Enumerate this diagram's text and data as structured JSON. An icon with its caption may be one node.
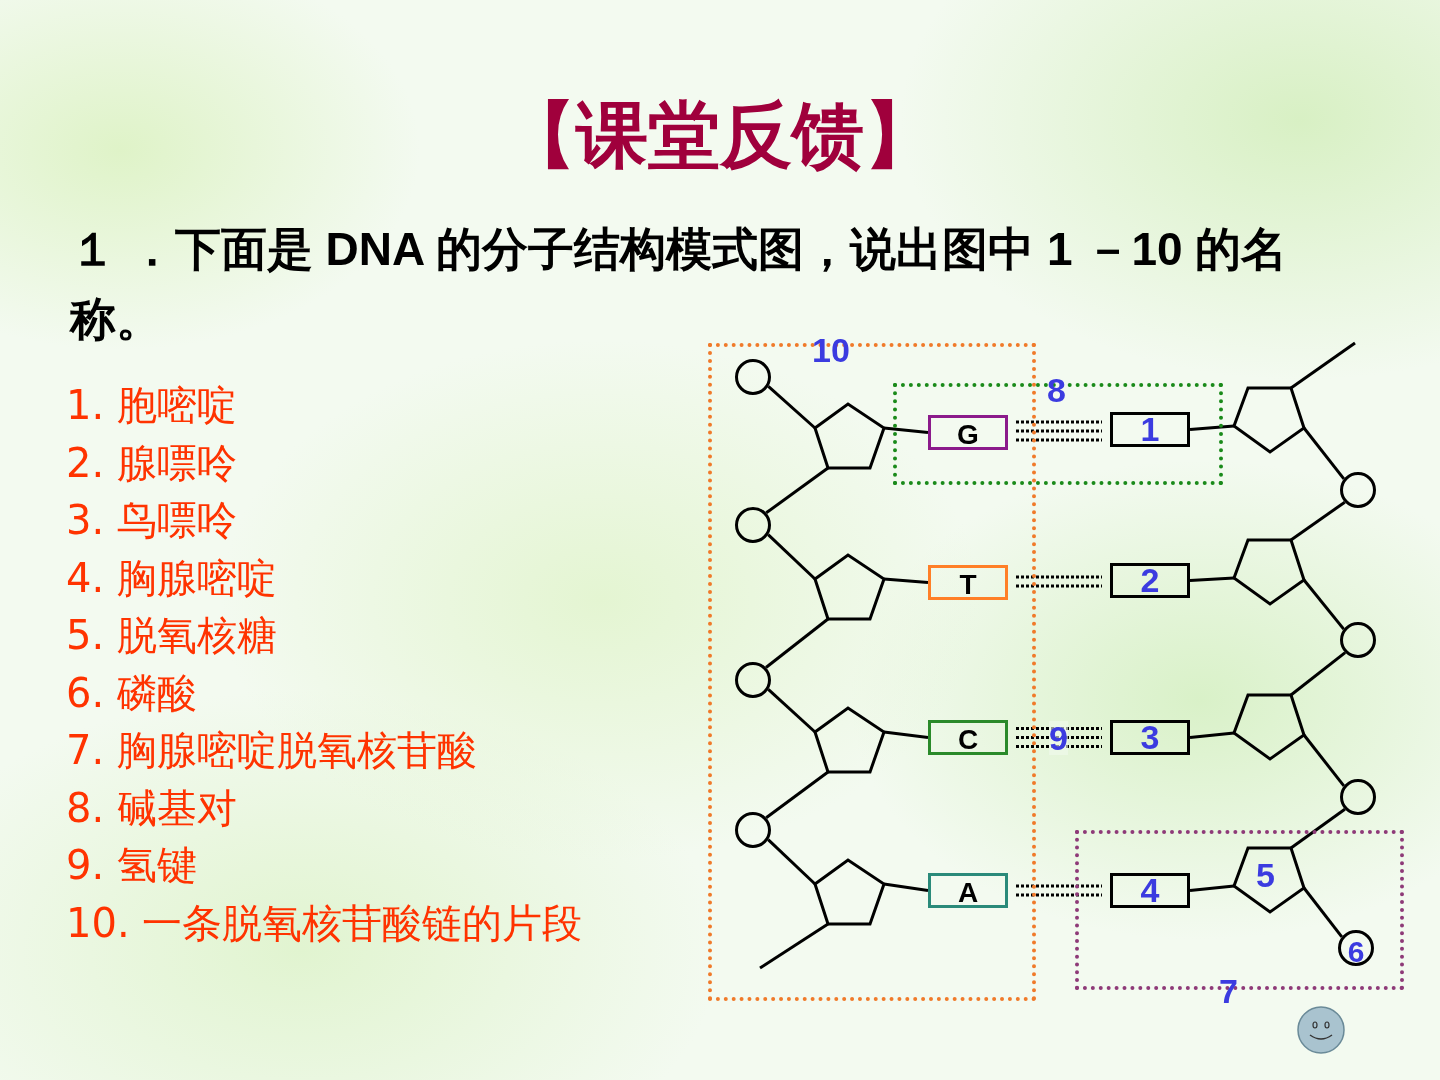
{
  "diagram": {
    "title": "【课堂反馈】",
    "nodes": [
      {
        "text": [
          "10"
        ]
      },
      {
        "text": [],
        "shape": "circle",
        "in": 0
      },
      {
        "text": [],
        "shape": "pentagon",
        "in": 0
      },
      {
        "text": [
          "G"
        ]
      },
      {
        "text": [
          "8"
        ]
      },
      {
        "text": [
          "1"
        ],
        "in": 4
      },
      {
        "text": [],
        "shape": "pentagon"
      },
      {
        "text": [],
        "shape": "circle"
      },
      {
        "text": [],
        "shape": "circle",
        "in": 0
      },
      {
        "text": [],
        "shape": "pentagon",
        "in": 0
      },
      {
        "text": [
          "T"
        ],
        "in": 0
      },
      {
        "text": [
          "2"
        ]
      },
      {
        "text": [],
        "shape": "pentagon"
      },
      {
        "text": [],
        "shape": "circle"
      },
      {
        "text": [],
        "shape": "circle",
        "in": 0
      },
      {
        "text": [],
        "shape": "pentagon",
        "in": 0
      },
      {
        "text": [
          "C"
        ],
        "in": 0
      },
      {
        "text": [
          "3"
        ]
      },
      {
        "text": [],
        "shape": "pentagon"
      },
      {
        "text": [],
        "shape": "circle"
      },
      {
        "text": [],
        "shape": "circle",
        "in": 0
      },
      {
        "text": [],
        "shape": "pentagon",
        "in": 0
      },
      {
        "text": [
          "A"
        ],
        "in": 0
      },
      {
        "text": [
          "7"
        ]
      },
      {
        "text": [
          "4"
        ],
        "in": 23
      },
      {
        "text": [
          "5"
        ],
        "in": 23
      },
      {
        "text": [
          "6"
        ],
        "in": 23
      }
    ],
    "edges": [
      {
        "from": 1,
        "to": 2,
        "arrow": "none"
      },
      {
        "from": 2,
        "to": 3,
        "arrow": "none"
      },
      {
        "from": 2,
        "to": 8,
        "arrow": "none"
      },
      {
        "from": 8,
        "to": 9,
        "arrow": "none"
      },
      {
        "from": 9,
        "to": 10,
        "arrow": "none"
      },
      {
        "from": 9,
        "to": 14,
        "arrow": "none"
      },
      {
        "from": 14,
        "to": 15,
        "arrow": "none"
      },
      {
        "from": 15,
        "to": 16,
        "arrow": "none"
      },
      {
        "from": 15,
        "to": 20,
        "arrow": "none"
      },
      {
        "from": 20,
        "to": 21,
        "arrow": "none"
      },
      {
        "from": 21,
        "to": 22,
        "arrow": "none"
      },
      {
        "from": 21,
        "to": null,
        "arrow": "none"
      },
      {
        "from": null,
        "to": 6,
        "arrow": "none"
      },
      {
        "from": 6,
        "to": 5,
        "arrow": "none"
      },
      {
        "from": 6,
        "to": 7,
        "arrow": "none"
      },
      {
        "from": 7,
        "to": 12,
        "arrow": "none"
      },
      {
        "from": 12,
        "to": 11,
        "arrow": "none"
      },
      {
        "from": 12,
        "to": 13,
        "arrow": "none"
      },
      {
        "from": 13,
        "to": 18,
        "arrow": "none"
      },
      {
        "from": 18,
        "to": 17,
        "arrow": "none"
      },
      {
        "from": 18,
        "to": 19,
        "arrow": "none"
      },
      {
        "from": 19,
        "to": 25,
        "arrow": "none"
      },
      {
        "from": 25,
        "to": 24,
        "arrow": "none"
      },
      {
        "from": 25,
        "to": 26,
        "arrow": "none"
      },
      {
        "from": 3,
        "to": 5,
        "arrow": "none",
        "style": "dashed"
      },
      {
        "from": 10,
        "to": 11,
        "arrow": "none",
        "style": "dashed"
      },
      {
        "from": 16,
        "to": 17,
        "arrow": "none",
        "style": "dashed",
        "label": "9"
      },
      {
        "from": 22,
        "to": 24,
        "arrow": "none",
        "style": "dashed"
      }
    ],
    "labels": [
      "１ ．下面是 DNA 的分子结构模式图，说出图中 1 －10 的名称。",
      "1.  胞嘧啶",
      "2.  腺嘌呤",
      "3.  鸟嘌呤",
      "4.  胸腺嘧啶",
      "5.  脱氧核糖",
      "6.  磷酸",
      "7.  胸腺嘧啶脱氧核苷酸",
      "8.  碱基对",
      "9.  氢键",
      "10.  一条脱氧核苷酸链的片段"
    ]
  }
}
